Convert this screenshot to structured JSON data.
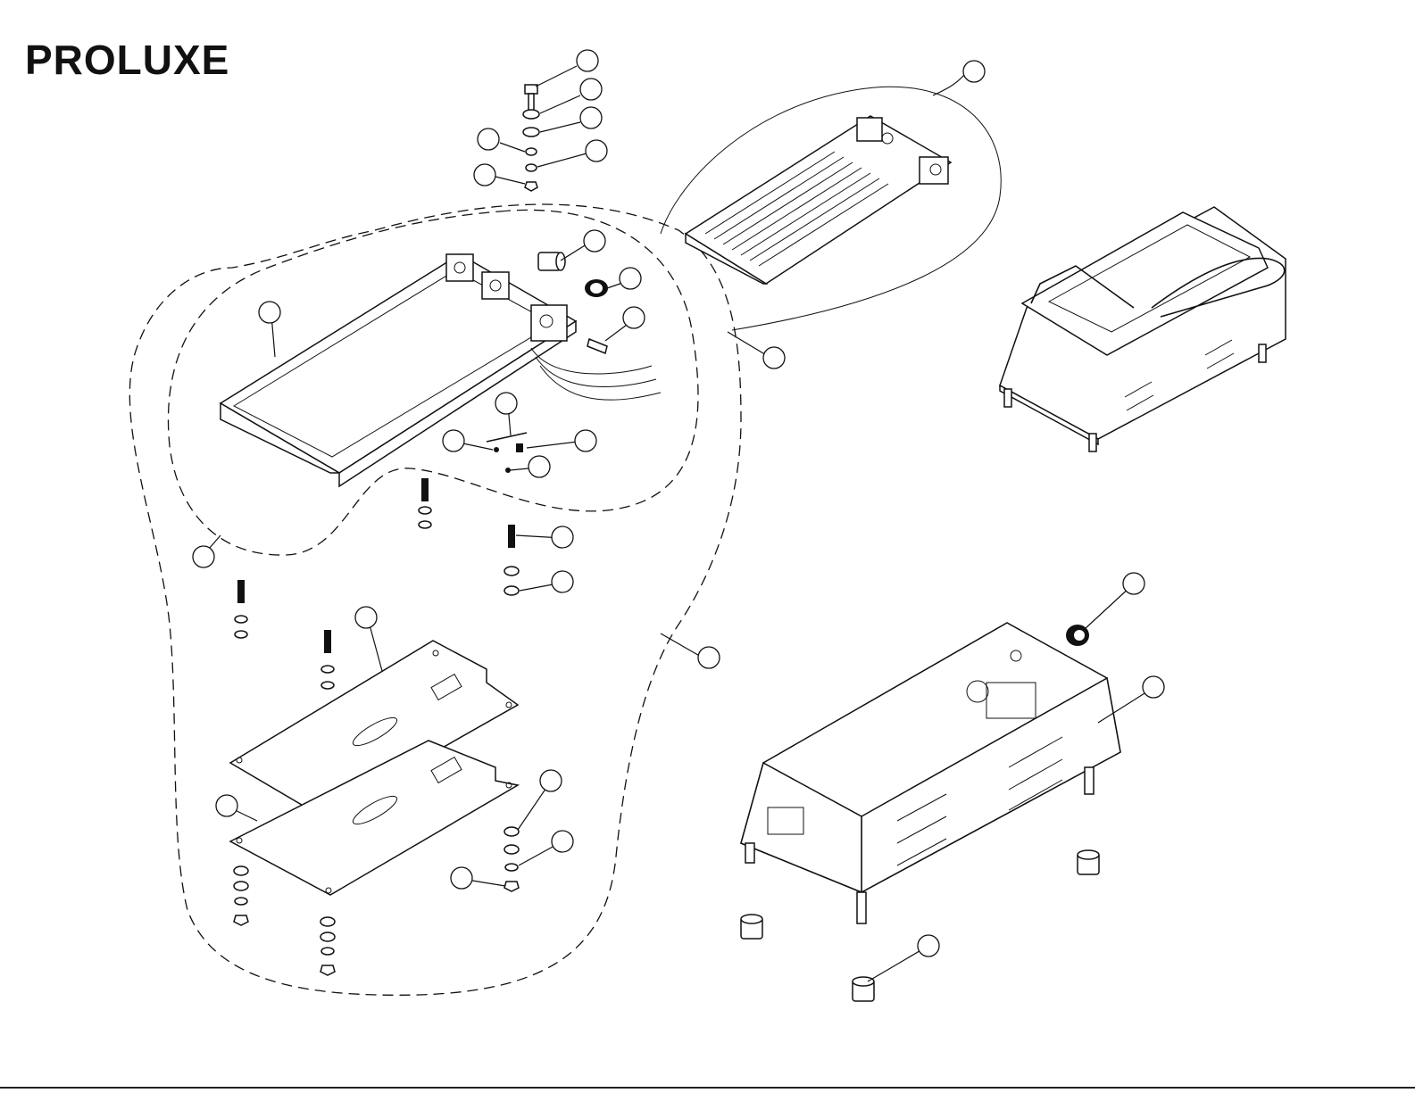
{
  "brand": {
    "logo_text": "PROLUXE"
  },
  "diagram": {
    "type": "exploded parts diagram",
    "callouts": [
      {
        "id": "hardware-1"
      },
      {
        "id": "hardware-2"
      },
      {
        "id": "hardware-3"
      },
      {
        "id": "hardware-4"
      },
      {
        "id": "hardware-5"
      },
      {
        "id": "hardware-6"
      },
      {
        "id": "upper-platen-assembly"
      },
      {
        "id": "upper-platen-frame"
      },
      {
        "id": "bushing"
      },
      {
        "id": "grommet"
      },
      {
        "id": "pin"
      },
      {
        "id": "spring-pin"
      },
      {
        "id": "small-screw"
      },
      {
        "id": "set-screw"
      },
      {
        "id": "e-clip"
      },
      {
        "id": "lower-platen-assembly-left"
      },
      {
        "id": "stud"
      },
      {
        "id": "washer"
      },
      {
        "id": "upper-plate"
      },
      {
        "id": "lower-assembly"
      },
      {
        "id": "lower-plate"
      },
      {
        "id": "washer-lower"
      },
      {
        "id": "lock-washer-lower"
      },
      {
        "id": "nut-lower"
      },
      {
        "id": "base-grommet"
      },
      {
        "id": "base-housing"
      },
      {
        "id": "foot"
      },
      {
        "id": "platen-assembly-link"
      }
    ]
  }
}
